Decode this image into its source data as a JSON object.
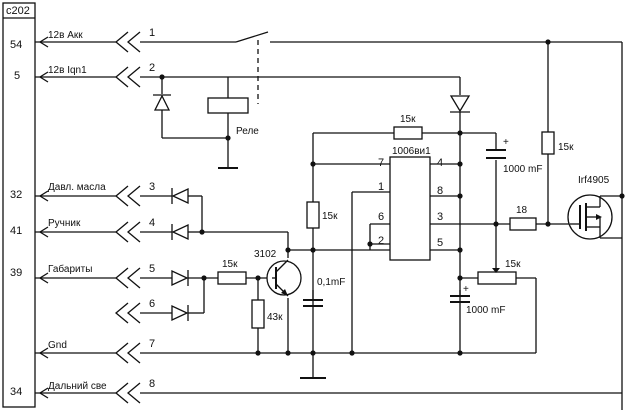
{
  "connector": {
    "name": "c202",
    "pins": [
      "54",
      "5",
      "32",
      "41",
      "39",
      "34"
    ]
  },
  "signals": [
    "12в Акк",
    "12в Iqn1",
    "Давл. масла",
    "Ручник",
    "Габариты",
    "Gnd",
    "Дальний све"
  ],
  "wires": [
    "1",
    "2",
    "3",
    "4",
    "5",
    "6",
    "7",
    "8"
  ],
  "components": {
    "relay": "Реле",
    "ic": "1006ви1",
    "ic_pins": [
      "7",
      "4",
      "1",
      "8",
      "6",
      "3",
      "2",
      "5"
    ],
    "transistor": "3102",
    "mosfet": "Irf4905",
    "r_top": "15к",
    "r_mid": "15к",
    "r_right": "15к",
    "r_base": "15к",
    "r_emitter": "43к",
    "r_gate": "18",
    "r_pot": "15к",
    "cap_top": "1000 mF",
    "cap_mid": "0,1mF",
    "cap_bottom": "1000 mF",
    "polarity": [
      "+",
      "+"
    ]
  }
}
